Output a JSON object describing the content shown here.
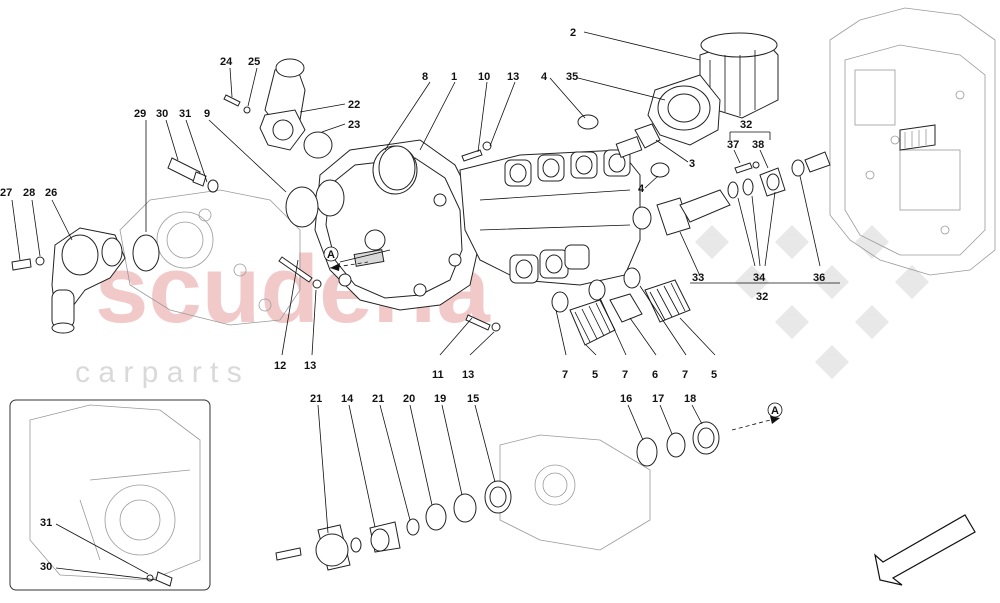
{
  "watermark": {
    "main": "scuderia",
    "sub": "c a r   p a r t s"
  },
  "labels": [
    {
      "id": "l2",
      "text": "2"
    },
    {
      "id": "l35",
      "text": "35"
    },
    {
      "id": "l4a",
      "text": "4"
    },
    {
      "id": "l13a",
      "text": "13"
    },
    {
      "id": "l10",
      "text": "10"
    },
    {
      "id": "l1",
      "text": "1"
    },
    {
      "id": "l8",
      "text": "8"
    },
    {
      "id": "l24",
      "text": "24"
    },
    {
      "id": "l25",
      "text": "25"
    },
    {
      "id": "l22",
      "text": "22"
    },
    {
      "id": "l23",
      "text": "23"
    },
    {
      "id": "l29",
      "text": "29"
    },
    {
      "id": "l30a",
      "text": "30"
    },
    {
      "id": "l31a",
      "text": "31"
    },
    {
      "id": "l9",
      "text": "9"
    },
    {
      "id": "l27",
      "text": "27"
    },
    {
      "id": "l28",
      "text": "28"
    },
    {
      "id": "l26",
      "text": "26"
    },
    {
      "id": "l3",
      "text": "3"
    },
    {
      "id": "l4b",
      "text": "4"
    },
    {
      "id": "l32a",
      "text": "32"
    },
    {
      "id": "l37",
      "text": "37"
    },
    {
      "id": "l38",
      "text": "38"
    },
    {
      "id": "l33",
      "text": "33"
    },
    {
      "id": "l34",
      "text": "34"
    },
    {
      "id": "l36",
      "text": "36"
    },
    {
      "id": "l32b",
      "text": "32"
    },
    {
      "id": "l12",
      "text": "12"
    },
    {
      "id": "l13b",
      "text": "13"
    },
    {
      "id": "l11",
      "text": "11"
    },
    {
      "id": "l13c",
      "text": "13"
    },
    {
      "id": "l7a",
      "text": "7"
    },
    {
      "id": "l5a",
      "text": "5"
    },
    {
      "id": "l7b",
      "text": "7"
    },
    {
      "id": "l6",
      "text": "6"
    },
    {
      "id": "l7c",
      "text": "7"
    },
    {
      "id": "l5b",
      "text": "5"
    },
    {
      "id": "l21a",
      "text": "21"
    },
    {
      "id": "l14",
      "text": "14"
    },
    {
      "id": "l21b",
      "text": "21"
    },
    {
      "id": "l20",
      "text": "20"
    },
    {
      "id": "l19",
      "text": "19"
    },
    {
      "id": "l15",
      "text": "15"
    },
    {
      "id": "l16",
      "text": "16"
    },
    {
      "id": "l17",
      "text": "17"
    },
    {
      "id": "l18",
      "text": "18"
    },
    {
      "id": "l31b",
      "text": "31"
    },
    {
      "id": "l30b",
      "text": "30"
    }
  ],
  "refs": {
    "a_top": "A",
    "a_bottom": "A"
  }
}
